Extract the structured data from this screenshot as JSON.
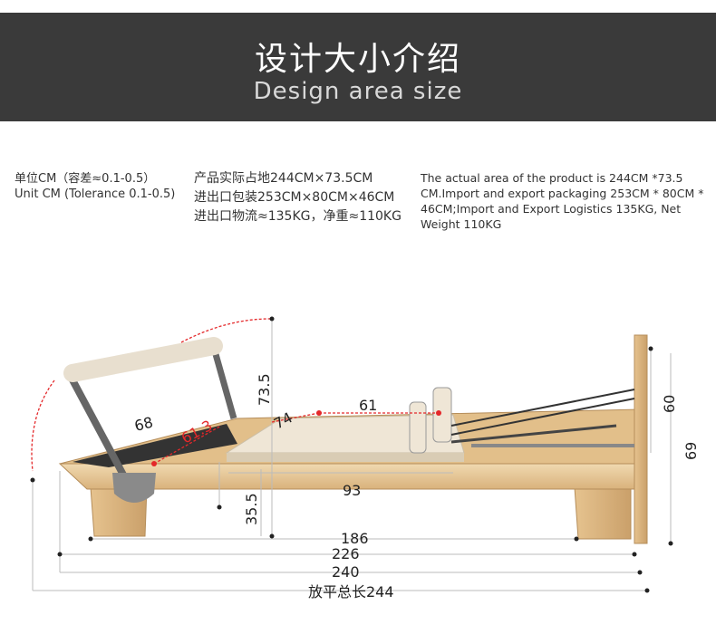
{
  "header": {
    "title_cn": "设计大小介绍",
    "title_en": "Design area size"
  },
  "specs": {
    "unit_cn": "单位CM（容差≈0.1-0.5）",
    "unit_en": "Unit CM (Tolerance 0.1-0.5)",
    "cn_line1": "产品实际占地244CM×73.5CM",
    "cn_line2": "进出口包装253CM×80CM×46CM",
    "cn_line3": "进出口物流≈135KG，净重≈110KG",
    "en_text": "The actual area of the product is 244CM *73.5 CM.Import and export packaging 253CM * 80CM * 46CM;Import and Export Logistics 135KG, Net Weight 110KG"
  },
  "dimensions": {
    "height_bar": "73.5",
    "width_68": "68",
    "diag_61_3": "61.3",
    "val_74": "74",
    "carriage_61": "61",
    "tower_60": "60",
    "tower_69": "69",
    "carriage_93": "93",
    "leg_35_5": "35.5",
    "len_186": "186",
    "len_226": "226",
    "len_240": "240",
    "total_flat": "放平总长244"
  },
  "colors": {
    "banner": "#3a3a3a",
    "dimension_red": "#e4282a",
    "wood": "#e9cfa3",
    "upholstery": "#efe6d6"
  }
}
